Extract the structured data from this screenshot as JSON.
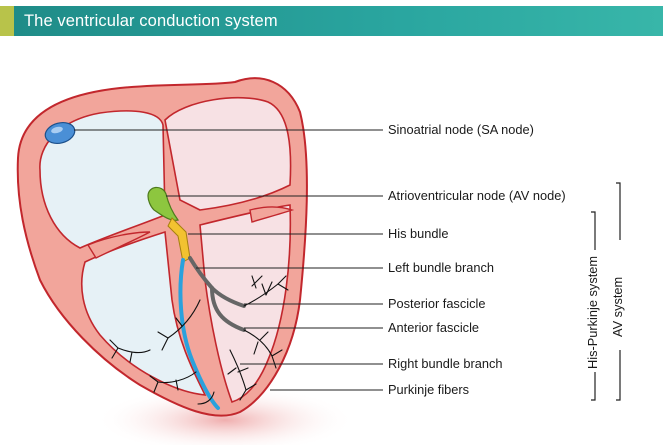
{
  "header": {
    "title": "The ventricular conduction system"
  },
  "labels": {
    "sa_node": "Sinoatrial node (SA node)",
    "av_node": "Atrioventricular node (AV node)",
    "his_bundle": "His bundle",
    "left_bundle_branch": "Left bundle branch",
    "posterior_fascicle": "Posterior fascicle",
    "anterior_fascicle": "Anterior fascicle",
    "right_bundle_branch": "Right bundle branch",
    "purkinje_fibers": "Purkinje fibers"
  },
  "groups": {
    "his_purkinje_system": "His-Purkinje system",
    "av_system": "AV system"
  },
  "colors": {
    "header_bar": "#2aa6a0",
    "header_accent": "#b8c34a",
    "heart_wall": "#f2a59b",
    "heart_outline": "#c2272d",
    "atrium_fill": "#e6f1f6",
    "ventricle_fill": "#f7e1e4",
    "sa_node": "#4a8fd6",
    "av_node": "#8dc63f",
    "right_bundle": "#2aa1dd",
    "left_bundle": "#666666"
  }
}
